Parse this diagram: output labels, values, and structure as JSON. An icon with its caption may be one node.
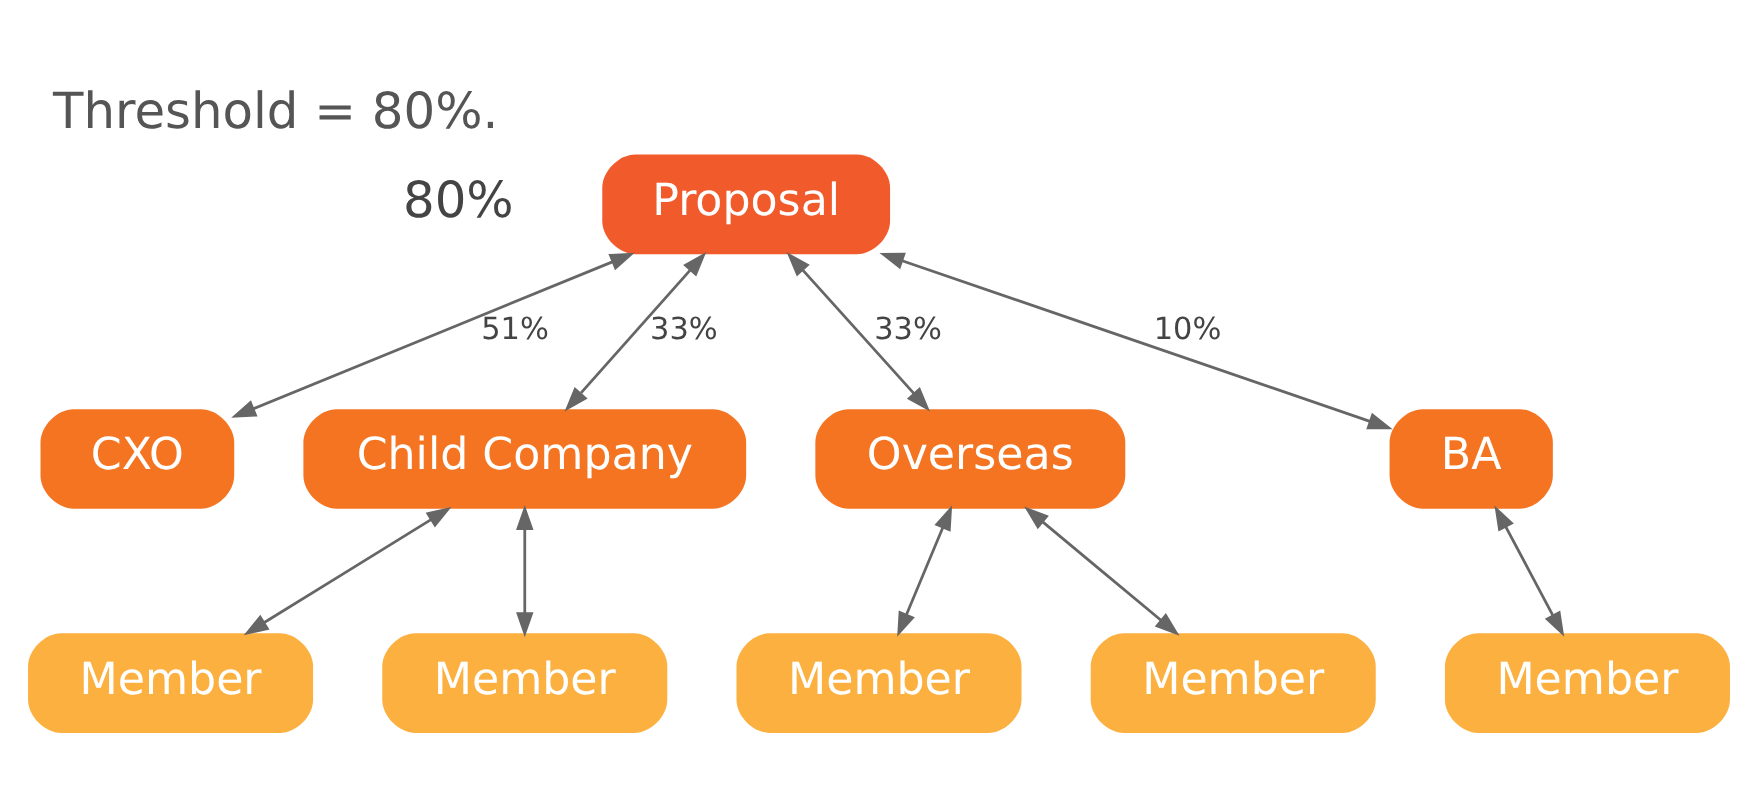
{
  "diagram": {
    "title": "Threshold = 80%.",
    "nodes": [
      {
        "text": [
          "Proposal"
        ],
        "beside": [
          "80%"
        ]
      },
      {
        "text": [
          "CXO"
        ]
      },
      {
        "text": [
          "Child Company"
        ]
      },
      {
        "text": [
          "Overseas"
        ]
      },
      {
        "text": [
          "BA"
        ]
      },
      {
        "text": [
          "Member"
        ]
      },
      {
        "text": [
          "Member"
        ]
      },
      {
        "text": [
          "Member"
        ]
      },
      {
        "text": [
          "Member"
        ]
      },
      {
        "text": [
          "Member"
        ]
      }
    ],
    "edges": [
      {
        "from": 0,
        "to": 1,
        "arrow": "both",
        "label": "51%"
      },
      {
        "from": 0,
        "to": 2,
        "arrow": "both",
        "label": "33%"
      },
      {
        "from": 0,
        "to": 3,
        "arrow": "both",
        "label": "33%"
      },
      {
        "from": 0,
        "to": 4,
        "arrow": "both",
        "label": "10%"
      },
      {
        "from": 2,
        "to": 5,
        "arrow": "both"
      },
      {
        "from": 2,
        "to": 6,
        "arrow": "both"
      },
      {
        "from": 3,
        "to": 7,
        "arrow": "both"
      },
      {
        "from": 3,
        "to": 8,
        "arrow": "both"
      },
      {
        "from": 4,
        "to": 9,
        "arrow": "both"
      }
    ]
  }
}
